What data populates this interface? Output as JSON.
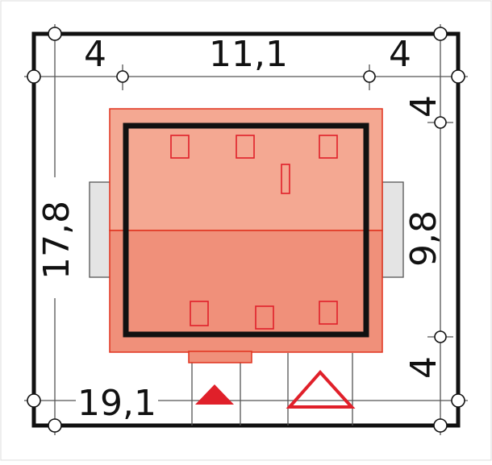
{
  "dimensions": {
    "top_left": "4",
    "top_middle": "11,1",
    "top_right": "4",
    "left_total": "17,8",
    "bottom_total": "19,1",
    "right_top": "4",
    "right_middle": "9,8",
    "right_bottom": "4"
  },
  "colors": {
    "plot_border": "#111111",
    "roof_upper": "#f4a892",
    "roof_lower": "#f0907a",
    "roof_outline": "#e0321e",
    "wall": "#111111",
    "side_annex": "#e4e4e4",
    "triangle_red": "#e0202a",
    "line_gray": "#555555"
  },
  "icons": {
    "entrance_marker": "filled-triangle-icon",
    "garage_marker": "outline-triangle-icon"
  }
}
